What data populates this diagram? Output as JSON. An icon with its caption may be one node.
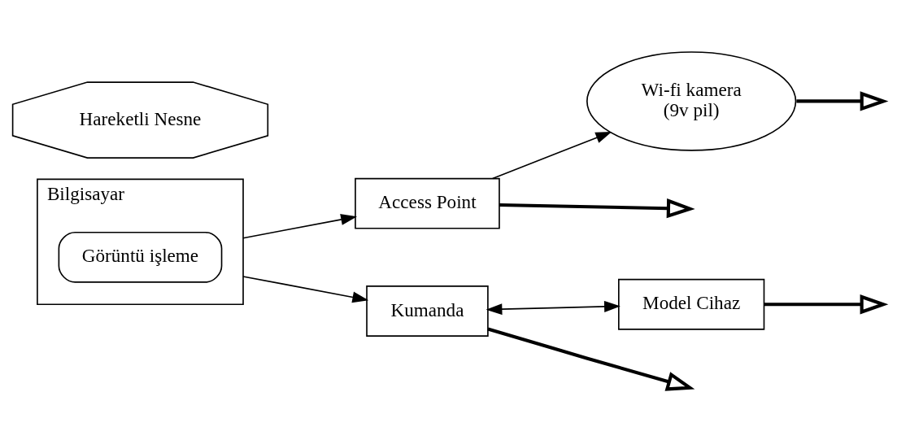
{
  "diagram": {
    "nodes": [
      {
        "text": [
          "Access Point"
        ]
      },
      {
        "text": [
          "Bilgisayar"
        ]
      },
      {
        "text": [
          "Görüntü işleme"
        ],
        "in": 1
      },
      {
        "text": [
          "Kumanda"
        ]
      },
      {
        "text": [
          "Wi-fi kamera",
          "(9v pil)"
        ]
      },
      {
        "text": [
          "Model Cihaz"
        ]
      },
      {
        "text": [
          "Hareketli Nesne"
        ]
      }
    ],
    "edges": [
      {
        "from": 0,
        "to": null,
        "arrow": "to",
        "style": "thick"
      },
      {
        "from": 1,
        "to": 0,
        "arrow": "to"
      },
      {
        "from": 1,
        "to": 3,
        "arrow": "to"
      },
      {
        "from": 3,
        "to": null,
        "arrow": "to",
        "style": "thick"
      },
      {
        "from": 0,
        "to": 4,
        "arrow": "to"
      },
      {
        "from": 4,
        "to": null,
        "arrow": "to",
        "style": "thick"
      },
      {
        "from": 3,
        "to": 5,
        "arrow": "both"
      },
      {
        "from": 5,
        "to": null,
        "arrow": "to",
        "style": "thick"
      }
    ]
  }
}
